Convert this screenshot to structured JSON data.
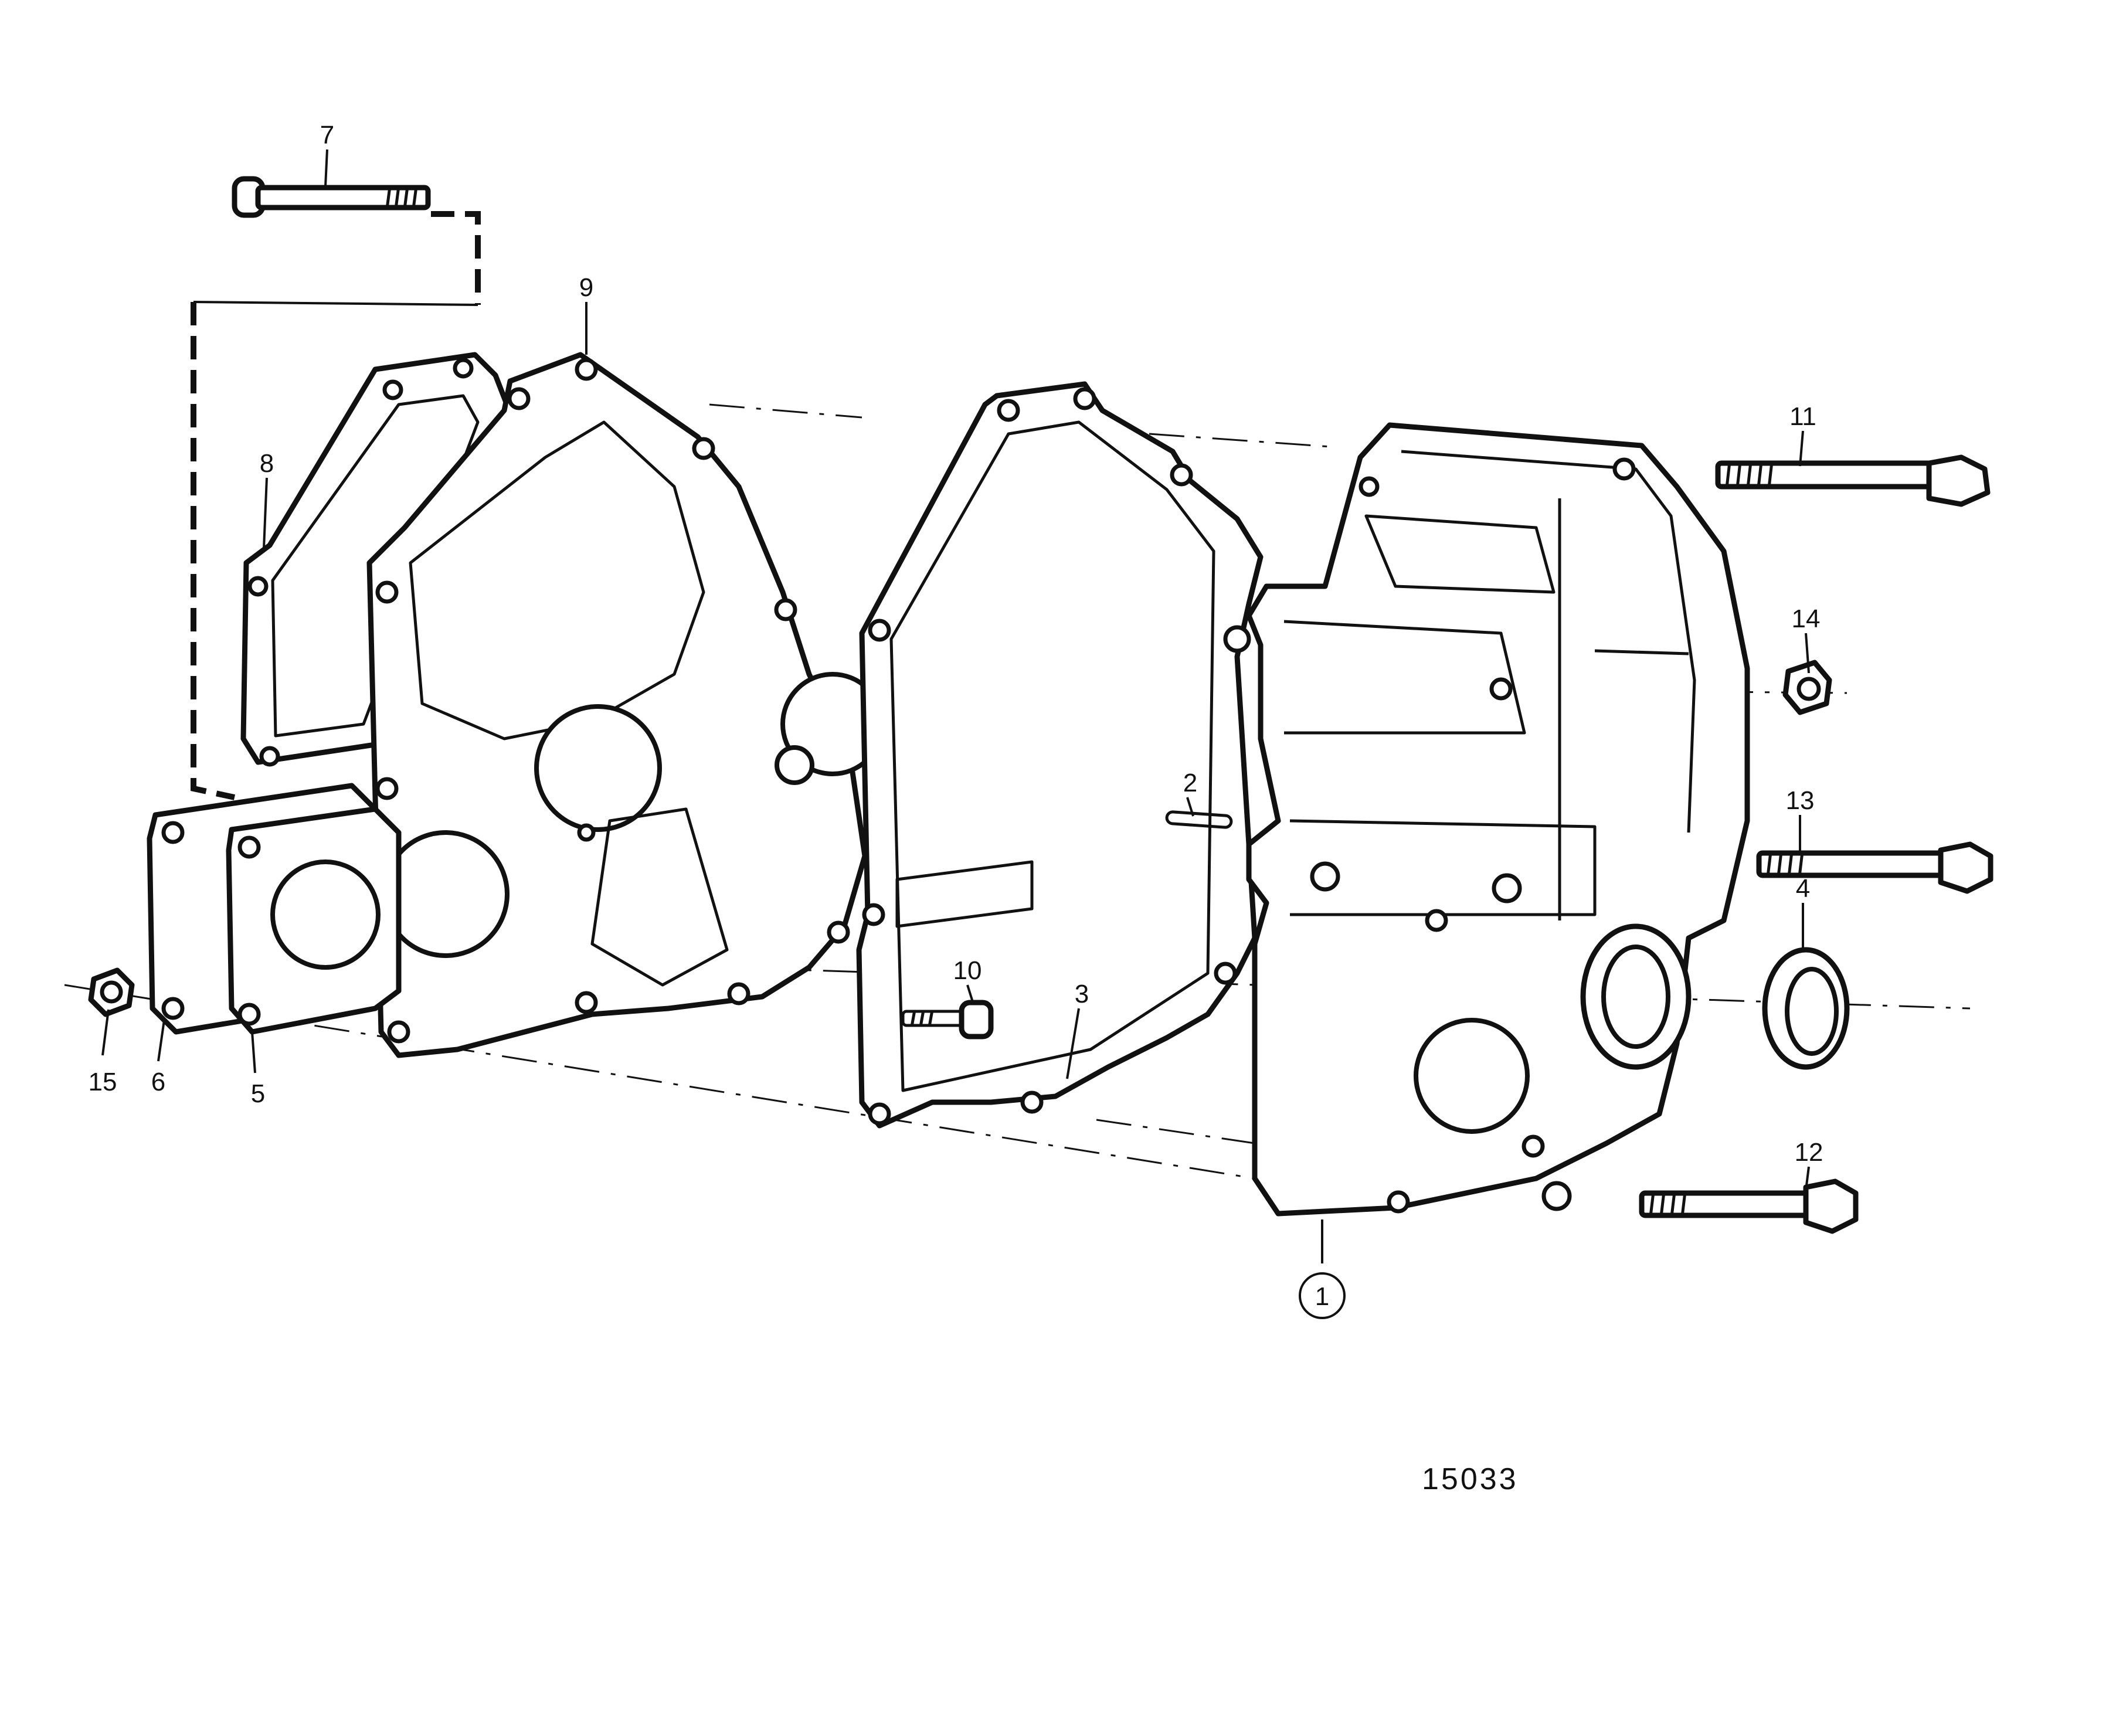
{
  "callouts": [
    {
      "id": "1",
      "text": "1",
      "circled": true
    },
    {
      "id": "2",
      "text": "2"
    },
    {
      "id": "3",
      "text": "3"
    },
    {
      "id": "4",
      "text": "4"
    },
    {
      "id": "5",
      "text": "5"
    },
    {
      "id": "6",
      "text": "6"
    },
    {
      "id": "7",
      "text": "7"
    },
    {
      "id": "8",
      "text": "8"
    },
    {
      "id": "9",
      "text": "9"
    },
    {
      "id": "10",
      "text": "10"
    },
    {
      "id": "11",
      "text": "11"
    },
    {
      "id": "12",
      "text": "12"
    },
    {
      "id": "13",
      "text": "13"
    },
    {
      "id": "14",
      "text": "14"
    },
    {
      "id": "15",
      "text": "15"
    }
  ],
  "drawing_number": "15033"
}
